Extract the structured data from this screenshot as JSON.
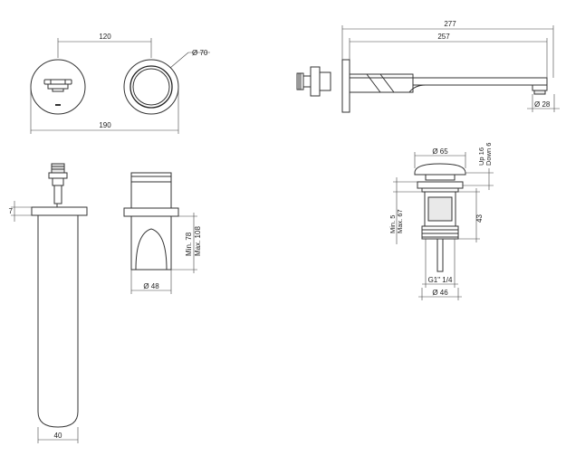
{
  "dimensions": {
    "spacing": "120",
    "plate_dia": "Ø 70",
    "plate_width": "190",
    "spout_length_total": "277",
    "spout_length": "257",
    "outlet_dia": "Ø 28",
    "plate_thickness": "7",
    "handle_range": "Min. 78",
    "handle_range_max": "Max. 108",
    "handle_dia": "Ø 48",
    "plate_edge": "40",
    "waste_cap_dia": "Ø 65",
    "waste_up": "Up 16",
    "waste_down": "Down 6",
    "waste_min": "Min. 5",
    "waste_max": "Max. 67",
    "waste_height": "43",
    "thread": "G1\" 1/4",
    "waste_body_dia": "Ø 46"
  }
}
